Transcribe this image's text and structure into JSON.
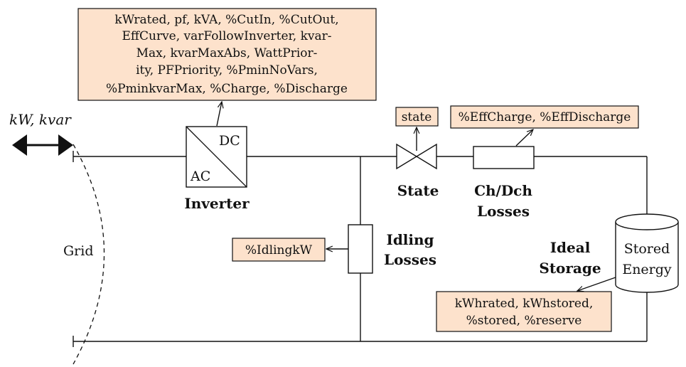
{
  "terminal_label": "kW, kvar",
  "grid_label": "Grid",
  "inverter": {
    "dc_label": "DC",
    "ac_label": "AC",
    "name": "Inverter",
    "params": [
      "kWrated, pf, kVA, %CutIn, %CutOut,",
      "EffCurve, varFollowInverter, kvar-",
      "Max, kvarMaxAbs, WattPrior-",
      "ity, PFPriority, %PminNoVars,",
      "%PminkvarMax, %Charge, %Discharge"
    ]
  },
  "state": {
    "param": "state",
    "name": "State"
  },
  "chdch": {
    "param": "%EffCharge, %EffDischarge",
    "name_line1": "Ch/Dch",
    "name_line2": "Losses"
  },
  "idling": {
    "param": "%IdlingkW",
    "name_line1": "Idling",
    "name_line2": "Losses"
  },
  "storage": {
    "cylinder_line1": "Stored",
    "cylinder_line2": "Energy",
    "name_line1": "Ideal",
    "name_line2": "Storage",
    "params_line1": "kWhrated, kWhstored,",
    "params_line2": "%stored, %reserve"
  }
}
